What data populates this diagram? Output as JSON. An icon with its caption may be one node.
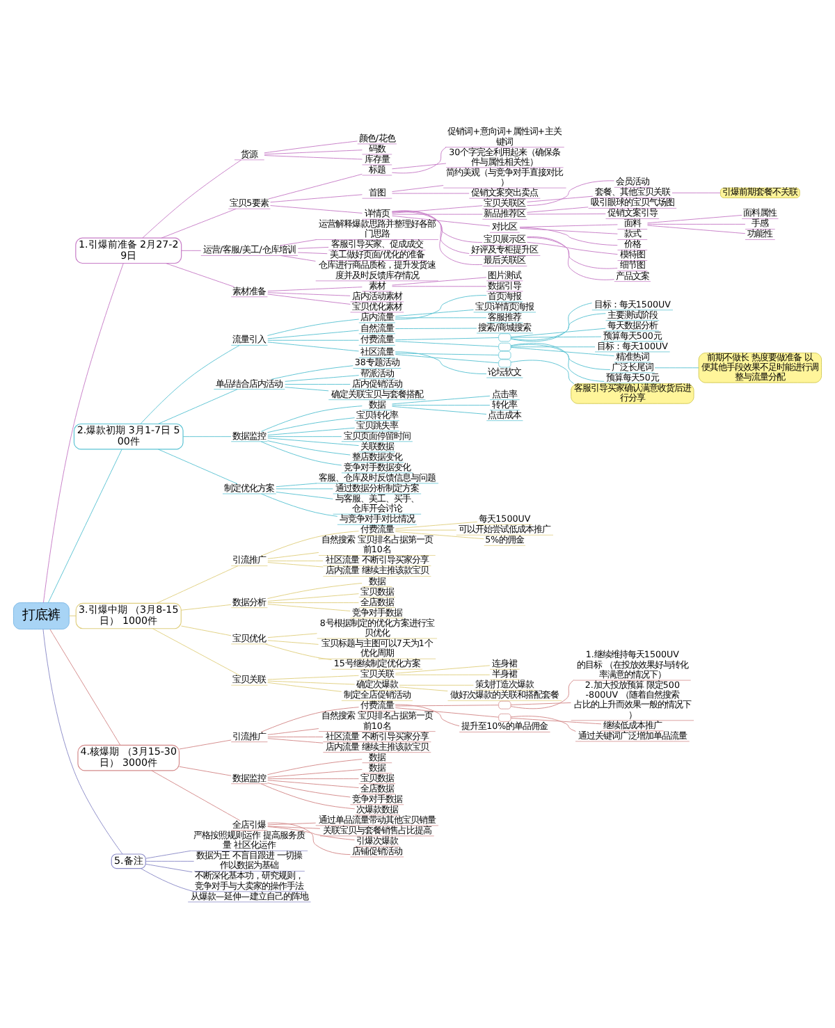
{
  "diagram": {
    "nodes": [
      {
        "text": [
          "打底裤"
        ]
      },
      {
        "text": [
          "1.引爆前准备 2月27-29日"
        ]
      },
      {
        "text": [
          "货源"
        ]
      },
      {
        "text": [
          "颜色/花色"
        ]
      },
      {
        "text": [
          "码数"
        ]
      },
      {
        "text": [
          "库存量"
        ]
      },
      {
        "text": [
          "宝贝5要素"
        ]
      },
      {
        "text": [
          "标题"
        ]
      },
      {
        "text": [
          "促销词+意向词+属性词+主关键词"
        ]
      },
      {
        "text": [
          "30个字完全利用起来（确保条件与属性相关性）"
        ]
      },
      {
        "text": [
          "首图"
        ]
      },
      {
        "text": [
          "简约美观（与竞争对手直接对比）"
        ]
      },
      {
        "text": [
          "促销文案突出卖点"
        ]
      },
      {
        "text": [
          "详情页"
        ]
      },
      {
        "text": [
          "宝贝关联区"
        ]
      },
      {
        "text": [
          "会员活动"
        ]
      },
      {
        "text": [
          "套餐、其他宝贝关联"
        ]
      },
      {
        "text": [
          "引爆前期套餐不关联"
        ]
      },
      {
        "text": [
          "新品推荐区"
        ]
      },
      {
        "text": [
          "吸引眼球的宝贝气场图"
        ]
      },
      {
        "text": [
          "促销文案引导"
        ]
      },
      {
        "text": [
          "对比区"
        ]
      },
      {
        "text": [
          "面料"
        ]
      },
      {
        "text": [
          "面料属性"
        ]
      },
      {
        "text": [
          "手感"
        ]
      },
      {
        "text": [
          "功能性"
        ]
      },
      {
        "text": [
          "款式"
        ]
      },
      {
        "text": [
          "价格"
        ]
      },
      {
        "text": [
          "宝贝展示区"
        ]
      },
      {
        "text": [
          "模特图"
        ]
      },
      {
        "text": [
          "细节图"
        ]
      },
      {
        "text": [
          "产品文案"
        ]
      },
      {
        "text": [
          "好评及专柜提升区"
        ]
      },
      {
        "text": [
          "最后关联区"
        ]
      },
      {
        "text": [
          "运营/客服/美工/仓库培训"
        ]
      },
      {
        "text": [
          "运营解释爆款思路并整理好各部门思路"
        ]
      },
      {
        "text": [
          "客服引导买家、促成成交"
        ]
      },
      {
        "text": [
          "美工做好页面/优化的准备"
        ]
      },
      {
        "text": [
          "仓库进行商品质检，提升发货速度并及时反馈库存情况"
        ]
      },
      {
        "text": [
          "素材准备"
        ]
      },
      {
        "text": [
          "素材"
        ]
      },
      {
        "text": [
          "图片测试"
        ]
      },
      {
        "text": [
          "数据引导"
        ]
      },
      {
        "text": [
          "店内活动素材"
        ]
      },
      {
        "text": [
          "宝贝优化素材"
        ]
      },
      {
        "text": [
          "2.爆款初期 3月1-7日 500件"
        ]
      },
      {
        "text": [
          "流量引入"
        ]
      },
      {
        "text": [
          "店内流量"
        ]
      },
      {
        "text": [
          "首页海报"
        ]
      },
      {
        "text": [
          "宝贝详情页海报"
        ]
      },
      {
        "text": [
          "客服推荐"
        ]
      },
      {
        "text": [
          "自然流量"
        ]
      },
      {
        "text": [
          "搜索/商城搜索"
        ]
      },
      {
        "text": [
          "付费流量"
        ]
      },
      {
        "text": [],
        "shape": "box"
      },
      {
        "text": [
          "目标：每天1500UV"
        ]
      },
      {
        "text": [
          "主要测试阶段"
        ]
      },
      {
        "text": [
          "每天数据分析"
        ]
      },
      {
        "text": [
          "预算每天500元"
        ]
      },
      {
        "text": [],
        "shape": "box"
      },
      {
        "text": [
          "目标：每天100UV"
        ]
      },
      {
        "text": [
          "精准热词"
        ]
      },
      {
        "text": [
          "广泛长尾词"
        ]
      },
      {
        "text": [
          "前期不做长 热度要做准备 以便其他手段效果不足时能进行调整与流量分配"
        ]
      },
      {
        "text": [
          "预算每天50元"
        ]
      },
      {
        "text": [
          "社区流量"
        ]
      },
      {
        "text": [],
        "shape": "box"
      },
      {
        "text": [],
        "shape": "box"
      },
      {
        "text": [
          "客服引导买家确认满意收货后进行分享"
        ]
      },
      {
        "text": [
          "论坛软文"
        ]
      },
      {
        "text": [
          "单品结合店内活动"
        ]
      },
      {
        "text": [
          "38专题活动"
        ]
      },
      {
        "text": [
          "帮派活动"
        ]
      },
      {
        "text": [
          "店内促销活动"
        ]
      },
      {
        "text": [
          "确定关联宝贝与套餐搭配"
        ]
      },
      {
        "text": [
          "数据监控"
        ]
      },
      {
        "text": [
          "数据"
        ]
      },
      {
        "text": [
          "点击率"
        ]
      },
      {
        "text": [
          "转化率"
        ]
      },
      {
        "text": [
          "点击成本"
        ]
      },
      {
        "text": [
          "宝贝转化率"
        ]
      },
      {
        "text": [
          "宝贝跳失率"
        ]
      },
      {
        "text": [
          "宝贝页面停留时间"
        ]
      },
      {
        "text": [
          "关联数据"
        ]
      },
      {
        "text": [
          "整店数据变化"
        ]
      },
      {
        "text": [
          "竞争对手数据变化"
        ]
      },
      {
        "text": [
          "制定优化方案"
        ]
      },
      {
        "text": [
          "客服、仓库及时反馈信息与问题"
        ]
      },
      {
        "text": [
          "通过数据分析制定方案"
        ]
      },
      {
        "text": [
          "与客服、美工、买手、仓库开会讨论"
        ]
      },
      {
        "text": [
          "与竞争对手对比情况"
        ]
      },
      {
        "text": [
          "3.引爆中期 （3月8-15日） 1000件"
        ]
      },
      {
        "text": [
          "引流推广"
        ]
      },
      {
        "text": [
          "付费流量"
        ]
      },
      {
        "text": [
          "每天1500UV"
        ]
      },
      {
        "text": [
          "可以开始尝试低成本推广"
        ]
      },
      {
        "text": [
          "5%的佣金"
        ]
      },
      {
        "text": [
          "自然搜索 宝贝排名占据第一页前10名"
        ]
      },
      {
        "text": [
          "社区流量 不断引导买家分享"
        ]
      },
      {
        "text": [
          "店内流量 继续主推该款宝贝"
        ]
      },
      {
        "text": [
          "数据分析"
        ]
      },
      {
        "text": [
          "数据"
        ]
      },
      {
        "text": [
          "宝贝数据"
        ]
      },
      {
        "text": [
          "全店数据"
        ]
      },
      {
        "text": [
          "竞争对手数据"
        ]
      },
      {
        "text": [
          "宝贝优化"
        ]
      },
      {
        "text": [
          "8号根据制定的优化方案进行宝贝优化"
        ]
      },
      {
        "text": [
          "宝贝标题与主图可以7天为1个优化周期"
        ]
      },
      {
        "text": [
          "15号继续制定优化方案"
        ]
      },
      {
        "text": [
          "宝贝关联"
        ]
      },
      {
        "text": [
          "宝贝关联"
        ]
      },
      {
        "text": [
          "连身裙"
        ]
      },
      {
        "text": [
          "半身裙"
        ]
      },
      {
        "text": [
          "确定次爆款"
        ]
      },
      {
        "text": [
          "策划打造次爆款"
        ]
      },
      {
        "text": [
          "做好次爆款的关联和搭配套餐"
        ]
      },
      {
        "text": [
          "制定全店促销活动"
        ]
      },
      {
        "text": [
          "4.核爆期 （3月15-30日） 3000件"
        ]
      },
      {
        "text": [
          "引流推广"
        ]
      },
      {
        "text": [
          "付费流量"
        ]
      },
      {
        "text": [],
        "shape": "box"
      },
      {
        "text": [
          "1.继续维持每天1500UV的目标 （在投放效果好与转化率满意的情况下）"
        ]
      },
      {
        "text": [
          "2.加大投放预算 限定500-800UV （随着自然搜索占比的上升而效果一般的情况下）"
        ]
      },
      {
        "text": [],
        "shape": "box"
      },
      {
        "text": [
          "继续低成本推广"
        ]
      },
      {
        "text": [
          "通过关键词广泛增加单品流量"
        ]
      },
      {
        "text": [
          "提升至10%的单品佣金"
        ]
      },
      {
        "text": [
          "自然搜索 宝贝排名占据第一页前10名"
        ]
      },
      {
        "text": [
          "社区流量 不断引导买家分享"
        ]
      },
      {
        "text": [
          "店内流量 继续主推该款宝贝"
        ]
      },
      {
        "text": [
          "数据监控"
        ]
      },
      {
        "text": [
          "数据"
        ]
      },
      {
        "text": [
          "数据"
        ]
      },
      {
        "text": [
          "宝贝数据"
        ]
      },
      {
        "text": [
          "全店数据"
        ]
      },
      {
        "text": [
          "竞争对手数据"
        ]
      },
      {
        "text": [
          "次爆款数据"
        ]
      },
      {
        "text": [
          "全店引爆"
        ]
      },
      {
        "text": [
          "通过单品流量带动其他宝贝销量"
        ]
      },
      {
        "text": [
          "关联宝贝与套餐销售占比提高"
        ]
      },
      {
        "text": [
          "引爆次爆款"
        ]
      },
      {
        "text": [
          "店铺促销活动"
        ]
      },
      {
        "text": [
          "5.备注"
        ]
      },
      {
        "text": [
          "严格按照规则运作 提高服务质量 社区化运作"
        ]
      },
      {
        "text": [
          "数据为王 不盲目跟进 一切操作以数据为基础"
        ]
      },
      {
        "text": [
          "不断深化基本功，研究规则，竞争对手与大卖家的操作手法"
        ]
      },
      {
        "text": [
          "从爆款—延伸—建立自己的阵地"
        ]
      }
    ],
    "edges": [
      {
        "from": 0,
        "to": 1,
        "arrow": "none",
        "color": "#c77dc7"
      },
      {
        "from": 1,
        "to": 2,
        "arrow": "none",
        "color": "#c77dc7"
      },
      {
        "from": 2,
        "to": 3,
        "arrow": "none",
        "color": "#c77dc7"
      },
      {
        "from": 2,
        "to": 4,
        "arrow": "none",
        "color": "#c77dc7"
      },
      {
        "from": 2,
        "to": 5,
        "arrow": "none",
        "color": "#c77dc7"
      },
      {
        "from": 1,
        "to": 6,
        "arrow": "none",
        "color": "#c77dc7"
      },
      {
        "from": 6,
        "to": 7,
        "arrow": "none",
        "color": "#c77dc7"
      },
      {
        "from": 7,
        "to": 8,
        "arrow": "none",
        "color": "#c77dc7"
      },
      {
        "from": 7,
        "to": 9,
        "arrow": "none",
        "color": "#c77dc7"
      },
      {
        "from": 6,
        "to": 10,
        "arrow": "none",
        "color": "#c77dc7"
      },
      {
        "from": 10,
        "to": 11,
        "arrow": "none",
        "color": "#c77dc7"
      },
      {
        "from": 10,
        "to": 12,
        "arrow": "none",
        "color": "#c77dc7"
      },
      {
        "from": 6,
        "to": 13,
        "arrow": "none",
        "color": "#c77dc7"
      },
      {
        "from": 13,
        "to": 14,
        "arrow": "none",
        "color": "#c77dc7"
      },
      {
        "from": 14,
        "to": 15,
        "arrow": "none",
        "color": "#c77dc7"
      },
      {
        "from": 14,
        "to": 16,
        "arrow": "none",
        "color": "#c77dc7"
      },
      {
        "from": 16,
        "to": 17,
        "arrow": "none",
        "color": "#c77dc7"
      },
      {
        "from": 13,
        "to": 18,
        "arrow": "none",
        "color": "#c77dc7"
      },
      {
        "from": 18,
        "to": 19,
        "arrow": "none",
        "color": "#c77dc7"
      },
      {
        "from": 18,
        "to": 20,
        "arrow": "none",
        "color": "#c77dc7"
      },
      {
        "from": 13,
        "to": 21,
        "arrow": "none",
        "color": "#c77dc7"
      },
      {
        "from": 21,
        "to": 22,
        "arrow": "none",
        "color": "#c77dc7"
      },
      {
        "from": 22,
        "to": 23,
        "arrow": "none",
        "color": "#c77dc7"
      },
      {
        "from": 22,
        "to": 24,
        "arrow": "none",
        "color": "#c77dc7"
      },
      {
        "from": 22,
        "to": 25,
        "arrow": "none",
        "color": "#c77dc7"
      },
      {
        "from": 21,
        "to": 26,
        "arrow": "none",
        "color": "#c77dc7"
      },
      {
        "from": 21,
        "to": 27,
        "arrow": "none",
        "color": "#c77dc7"
      },
      {
        "from": 13,
        "to": 28,
        "arrow": "none",
        "color": "#c77dc7"
      },
      {
        "from": 28,
        "to": 29,
        "arrow": "none",
        "color": "#c77dc7"
      },
      {
        "from": 28,
        "to": 30,
        "arrow": "none",
        "color": "#c77dc7"
      },
      {
        "from": 28,
        "to": 31,
        "arrow": "none",
        "color": "#c77dc7"
      },
      {
        "from": 13,
        "to": 32,
        "arrow": "none",
        "color": "#c77dc7"
      },
      {
        "from": 13,
        "to": 33,
        "arrow": "none",
        "color": "#c77dc7"
      },
      {
        "from": 1,
        "to": 34,
        "arrow": "none",
        "color": "#c77dc7"
      },
      {
        "from": 34,
        "to": 35,
        "arrow": "none",
        "color": "#c77dc7"
      },
      {
        "from": 34,
        "to": 36,
        "arrow": "none",
        "color": "#c77dc7"
      },
      {
        "from": 34,
        "to": 37,
        "arrow": "none",
        "color": "#c77dc7"
      },
      {
        "from": 34,
        "to": 38,
        "arrow": "none",
        "color": "#c77dc7"
      },
      {
        "from": 1,
        "to": 39,
        "arrow": "none",
        "color": "#c77dc7"
      },
      {
        "from": 39,
        "to": 40,
        "arrow": "none",
        "color": "#c77dc7"
      },
      {
        "from": 40,
        "to": 41,
        "arrow": "none",
        "color": "#c77dc7"
      },
      {
        "from": 40,
        "to": 42,
        "arrow": "none",
        "color": "#c77dc7"
      },
      {
        "from": 39,
        "to": 43,
        "arrow": "none",
        "color": "#c77dc7"
      },
      {
        "from": 39,
        "to": 44,
        "arrow": "none",
        "color": "#c77dc7"
      },
      {
        "from": 0,
        "to": 45,
        "arrow": "none",
        "color": "#5bc3d3"
      },
      {
        "from": 45,
        "to": 46,
        "arrow": "none",
        "color": "#5bc3d3"
      },
      {
        "from": 46,
        "to": 47,
        "arrow": "none",
        "color": "#5bc3d3"
      },
      {
        "from": 47,
        "to": 48,
        "arrow": "none",
        "color": "#5bc3d3"
      },
      {
        "from": 47,
        "to": 49,
        "arrow": "none",
        "color": "#5bc3d3"
      },
      {
        "from": 47,
        "to": 50,
        "arrow": "none",
        "color": "#5bc3d3"
      },
      {
        "from": 46,
        "to": 51,
        "arrow": "none",
        "color": "#5bc3d3"
      },
      {
        "from": 51,
        "to": 52,
        "arrow": "none",
        "color": "#5bc3d3"
      },
      {
        "from": 46,
        "to": 53,
        "arrow": "none",
        "color": "#5bc3d3"
      },
      {
        "from": 53,
        "to": 54,
        "arrow": "none",
        "color": "#5bc3d3"
      },
      {
        "from": 54,
        "to": 55,
        "arrow": "none",
        "color": "#5bc3d3"
      },
      {
        "from": 54,
        "to": 56,
        "arrow": "none",
        "color": "#5bc3d3"
      },
      {
        "from": 54,
        "to": 57,
        "arrow": "none",
        "color": "#5bc3d3"
      },
      {
        "from": 54,
        "to": 58,
        "arrow": "none",
        "color": "#5bc3d3"
      },
      {
        "from": 53,
        "to": 59,
        "arrow": "none",
        "color": "#5bc3d3"
      },
      {
        "from": 59,
        "to": 60,
        "arrow": "none",
        "color": "#5bc3d3"
      },
      {
        "from": 59,
        "to": 61,
        "arrow": "none",
        "color": "#5bc3d3"
      },
      {
        "from": 59,
        "to": 62,
        "arrow": "none",
        "color": "#5bc3d3"
      },
      {
        "from": 62,
        "to": 63,
        "arrow": "none",
        "color": "#5bc3d3"
      },
      {
        "from": 59,
        "to": 64,
        "arrow": "none",
        "color": "#5bc3d3"
      },
      {
        "from": 46,
        "to": 65,
        "arrow": "none",
        "color": "#5bc3d3"
      },
      {
        "from": 65,
        "to": 66,
        "arrow": "none",
        "color": "#5bc3d3"
      },
      {
        "from": 65,
        "to": 67,
        "arrow": "none",
        "color": "#5bc3d3"
      },
      {
        "from": 67,
        "to": 68,
        "arrow": "none",
        "color": "#5bc3d3"
      },
      {
        "from": 65,
        "to": 69,
        "arrow": "none",
        "color": "#5bc3d3"
      },
      {
        "from": 45,
        "to": 70,
        "arrow": "none",
        "color": "#5bc3d3"
      },
      {
        "from": 70,
        "to": 71,
        "arrow": "none",
        "color": "#5bc3d3"
      },
      {
        "from": 70,
        "to": 72,
        "arrow": "none",
        "color": "#5bc3d3"
      },
      {
        "from": 70,
        "to": 73,
        "arrow": "none",
        "color": "#5bc3d3"
      },
      {
        "from": 70,
        "to": 74,
        "arrow": "none",
        "color": "#5bc3d3"
      },
      {
        "from": 45,
        "to": 75,
        "arrow": "none",
        "color": "#5bc3d3"
      },
      {
        "from": 75,
        "to": 76,
        "arrow": "none",
        "color": "#5bc3d3"
      },
      {
        "from": 76,
        "to": 77,
        "arrow": "none",
        "color": "#5bc3d3"
      },
      {
        "from": 76,
        "to": 78,
        "arrow": "none",
        "color": "#5bc3d3"
      },
      {
        "from": 76,
        "to": 79,
        "arrow": "none",
        "color": "#5bc3d3"
      },
      {
        "from": 75,
        "to": 80,
        "arrow": "none",
        "color": "#5bc3d3"
      },
      {
        "from": 75,
        "to": 81,
        "arrow": "none",
        "color": "#5bc3d3"
      },
      {
        "from": 75,
        "to": 82,
        "arrow": "none",
        "color": "#5bc3d3"
      },
      {
        "from": 75,
        "to": 83,
        "arrow": "none",
        "color": "#5bc3d3"
      },
      {
        "from": 75,
        "to": 84,
        "arrow": "none",
        "color": "#5bc3d3"
      },
      {
        "from": 75,
        "to": 85,
        "arrow": "none",
        "color": "#5bc3d3"
      },
      {
        "from": 45,
        "to": 86,
        "arrow": "none",
        "color": "#5bc3d3"
      },
      {
        "from": 86,
        "to": 87,
        "arrow": "none",
        "color": "#5bc3d3"
      },
      {
        "from": 86,
        "to": 88,
        "arrow": "none",
        "color": "#5bc3d3"
      },
      {
        "from": 86,
        "to": 89,
        "arrow": "none",
        "color": "#5bc3d3"
      },
      {
        "from": 86,
        "to": 90,
        "arrow": "none",
        "color": "#5bc3d3"
      },
      {
        "from": 0,
        "to": 91,
        "arrow": "none",
        "color": "#e0cf80"
      },
      {
        "from": 91,
        "to": 92,
        "arrow": "none",
        "color": "#e0cf80"
      },
      {
        "from": 92,
        "to": 93,
        "arrow": "none",
        "color": "#e0cf80"
      },
      {
        "from": 93,
        "to": 94,
        "arrow": "none",
        "color": "#e0cf80"
      },
      {
        "from": 93,
        "to": 95,
        "arrow": "none",
        "color": "#e0cf80"
      },
      {
        "from": 93,
        "to": 96,
        "arrow": "none",
        "color": "#e0cf80"
      },
      {
        "from": 92,
        "to": 97,
        "arrow": "none",
        "color": "#e0cf80"
      },
      {
        "from": 92,
        "to": 98,
        "arrow": "none",
        "color": "#e0cf80"
      },
      {
        "from": 92,
        "to": 99,
        "arrow": "none",
        "color": "#e0cf80"
      },
      {
        "from": 91,
        "to": 100,
        "arrow": "none",
        "color": "#e0cf80"
      },
      {
        "from": 100,
        "to": 101,
        "arrow": "none",
        "color": "#e0cf80"
      },
      {
        "from": 100,
        "to": 102,
        "arrow": "none",
        "color": "#e0cf80"
      },
      {
        "from": 100,
        "to": 103,
        "arrow": "none",
        "color": "#e0cf80"
      },
      {
        "from": 100,
        "to": 104,
        "arrow": "none",
        "color": "#e0cf80"
      },
      {
        "from": 91,
        "to": 105,
        "arrow": "none",
        "color": "#e0cf80"
      },
      {
        "from": 105,
        "to": 106,
        "arrow": "none",
        "color": "#e0cf80"
      },
      {
        "from": 105,
        "to": 107,
        "arrow": "none",
        "color": "#e0cf80"
      },
      {
        "from": 105,
        "to": 108,
        "arrow": "none",
        "color": "#e0cf80"
      },
      {
        "from": 91,
        "to": 109,
        "arrow": "none",
        "color": "#e0cf80"
      },
      {
        "from": 109,
        "to": 110,
        "arrow": "none",
        "color": "#e0cf80"
      },
      {
        "from": 110,
        "to": 111,
        "arrow": "none",
        "color": "#e0cf80"
      },
      {
        "from": 110,
        "to": 112,
        "arrow": "none",
        "color": "#e0cf80"
      },
      {
        "from": 109,
        "to": 113,
        "arrow": "none",
        "color": "#e0cf80"
      },
      {
        "from": 113,
        "to": 114,
        "arrow": "none",
        "color": "#e0cf80"
      },
      {
        "from": 113,
        "to": 115,
        "arrow": "none",
        "color": "#e0cf80"
      },
      {
        "from": 109,
        "to": 116,
        "arrow": "none",
        "color": "#e0cf80"
      },
      {
        "from": 0,
        "to": 117,
        "arrow": "none",
        "color": "#d48a8a"
      },
      {
        "from": 117,
        "to": 118,
        "arrow": "none",
        "color": "#d48a8a"
      },
      {
        "from": 118,
        "to": 119,
        "arrow": "none",
        "color": "#d48a8a"
      },
      {
        "from": 119,
        "to": 120,
        "arrow": "none",
        "color": "#d48a8a"
      },
      {
        "from": 120,
        "to": 121,
        "arrow": "none",
        "color": "#d48a8a"
      },
      {
        "from": 120,
        "to": 122,
        "arrow": "none",
        "color": "#d48a8a"
      },
      {
        "from": 119,
        "to": 123,
        "arrow": "none",
        "color": "#d48a8a"
      },
      {
        "from": 123,
        "to": 124,
        "arrow": "none",
        "color": "#d48a8a"
      },
      {
        "from": 123,
        "to": 125,
        "arrow": "none",
        "color": "#d48a8a"
      },
      {
        "from": 119,
        "to": 126,
        "arrow": "none",
        "color": "#d48a8a"
      },
      {
        "from": 118,
        "to": 127,
        "arrow": "none",
        "color": "#d48a8a"
      },
      {
        "from": 118,
        "to": 128,
        "arrow": "none",
        "color": "#d48a8a"
      },
      {
        "from": 118,
        "to": 129,
        "arrow": "none",
        "color": "#d48a8a"
      },
      {
        "from": 117,
        "to": 130,
        "arrow": "none",
        "color": "#d48a8a"
      },
      {
        "from": 130,
        "to": 131,
        "arrow": "none",
        "color": "#d48a8a"
      },
      {
        "from": 130,
        "to": 132,
        "arrow": "none",
        "color": "#d48a8a"
      },
      {
        "from": 130,
        "to": 133,
        "arrow": "none",
        "color": "#d48a8a"
      },
      {
        "from": 130,
        "to": 134,
        "arrow": "none",
        "color": "#d48a8a"
      },
      {
        "from": 130,
        "to": 135,
        "arrow": "none",
        "color": "#d48a8a"
      },
      {
        "from": 130,
        "to": 136,
        "arrow": "none",
        "color": "#d48a8a"
      },
      {
        "from": 117,
        "to": 137,
        "arrow": "none",
        "color": "#d48a8a"
      },
      {
        "from": 137,
        "to": 138,
        "arrow": "none",
        "color": "#d48a8a"
      },
      {
        "from": 137,
        "to": 139,
        "arrow": "none",
        "color": "#d48a8a"
      },
      {
        "from": 137,
        "to": 140,
        "arrow": "none",
        "color": "#d48a8a"
      },
      {
        "from": 137,
        "to": 141,
        "arrow": "none",
        "color": "#d48a8a"
      },
      {
        "from": 0,
        "to": 142,
        "arrow": "none",
        "color": "#8c8cc8"
      },
      {
        "from": 142,
        "to": 143,
        "arrow": "none",
        "color": "#8c8cc8"
      },
      {
        "from": 142,
        "to": 144,
        "arrow": "none",
        "color": "#8c8cc8"
      },
      {
        "from": 142,
        "to": 145,
        "arrow": "none",
        "color": "#8c8cc8"
      },
      {
        "from": 142,
        "to": 146,
        "arrow": "none",
        "color": "#8c8cc8"
      }
    ]
  }
}
